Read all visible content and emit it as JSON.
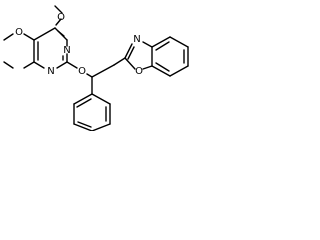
{
  "molecule": {
    "atoms": {
      "methoxy_top_O": "O",
      "methoxy_bottom_O": "O",
      "pyrimidine_N_top": "N",
      "pyrimidine_N_bottom": "N",
      "ether_O": "O",
      "benzoxazole_N": "N",
      "benzoxazole_O": "O"
    }
  },
  "colors": {
    "bond": "#000000",
    "background": "#ffffff"
  }
}
